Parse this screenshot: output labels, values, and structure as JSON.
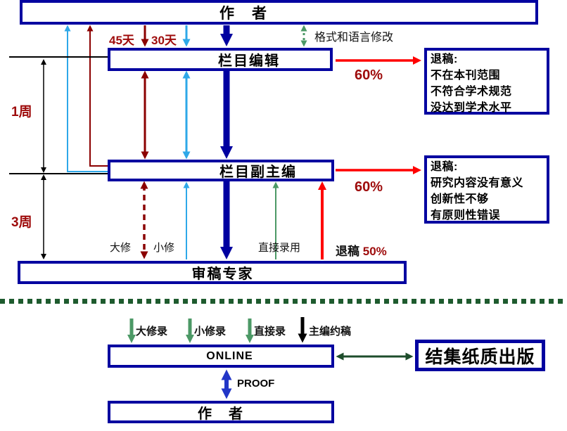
{
  "top_section": {
    "author_box": "作　者",
    "column_editor_box": "栏目编辑",
    "deputy_editor_box": "栏目副主编",
    "reviewer_box": "审稿专家",
    "label_45_days": "45天",
    "label_30_days": "30天",
    "format_language_label": "格式和语言修改",
    "percent_60_first": "60%",
    "percent_60_second": "60%",
    "week_1_label": "1周",
    "week_3_label": "3周",
    "major_revision_label": "大修",
    "minor_revision_label": "小修",
    "direct_accept_label": "直接录用",
    "reject_word": "退稿",
    "reject_percent": "50%",
    "reject_box_1": {
      "lines": [
        "退稿:",
        "不在本刊范围",
        "不符合学术规范",
        "没达到学术水平"
      ]
    },
    "reject_box_2": {
      "lines": [
        "退稿:",
        "研究内容没有意义",
        "创新性不够",
        "有原则性错误"
      ]
    }
  },
  "bottom_section": {
    "major_accept_label": "大修录",
    "minor_accept_label": "小修录",
    "direct_accept_label": "直接录",
    "chief_editor_invite_label": "主编约稿",
    "online_box": "ONLINE",
    "proof_label": "PROOF",
    "author_box": "作　者",
    "print_publish_box": "结集纸质出版"
  },
  "colors": {
    "box_border_navy": "#0202A0",
    "main_flow_navy": "#0000A0",
    "reject_red": "#FF0000",
    "revision_dark_red": "#8B0000",
    "label_maroon": "#9E0B0B",
    "minor_light_blue": "#2EA8E8",
    "accept_green": "#4C9966",
    "divider_dark_green": "#1E5B2E",
    "publish_dark_green": "#1E4D2B",
    "proof_blue": "#2236C7",
    "dimension_black": "#000000"
  }
}
